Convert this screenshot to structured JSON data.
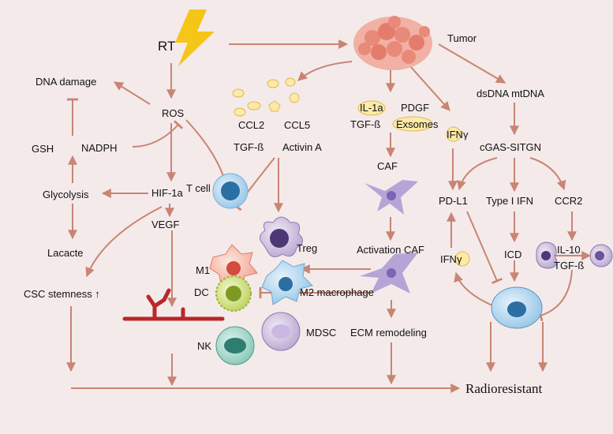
{
  "colors": {
    "arrow": "#c98474",
    "background": "#f4eaea",
    "bolt": "#f5c518",
    "tumor": "#e8897a",
    "chemokine": "#fde9a8",
    "vessel": "#b8282b"
  },
  "nodes": {
    "rt": "RT",
    "tumor": "Tumor",
    "dna_damage": "DNA damage",
    "ros": "ROS",
    "gsh": "GSH",
    "nadph": "NADPH",
    "glycolysis": "Glycolysis",
    "hif": "HIF-1a",
    "lacacte": "Lacacte",
    "vegf": "VEGF",
    "csc": "CSC stemness ↑",
    "ccl2": "CCL2",
    "ccl5": "CCL5",
    "tgfb_left": "TGF-ß",
    "activin": "Activin A",
    "il1a": "IL-1a",
    "pdgf": "PDGF",
    "tgfb_mid": "TGF-ß",
    "exsomes": "Exsomes",
    "ifng_top": "IFNγ",
    "caf": "CAF",
    "activation_caf": "Activation CAF",
    "ecm": "ECM remodeling",
    "dsdna": "dsDNA mtDNA",
    "cgas": "cGAS-SITGN",
    "pdl1": "PD-L1",
    "type1ifn": "Type I IFN",
    "ccr2": "CCR2",
    "icd": "ICD",
    "ifng_mid": "IFNγ",
    "il10": "IL-10",
    "tgfb_right": "TGF-ß",
    "tcell": "T cell",
    "treg": "Treg",
    "m1": "M1",
    "m2": "M2 macrophage",
    "dc": "DC",
    "mdsc": "MDSC",
    "nk": "NK",
    "radioresistant": "Radioresistant"
  }
}
